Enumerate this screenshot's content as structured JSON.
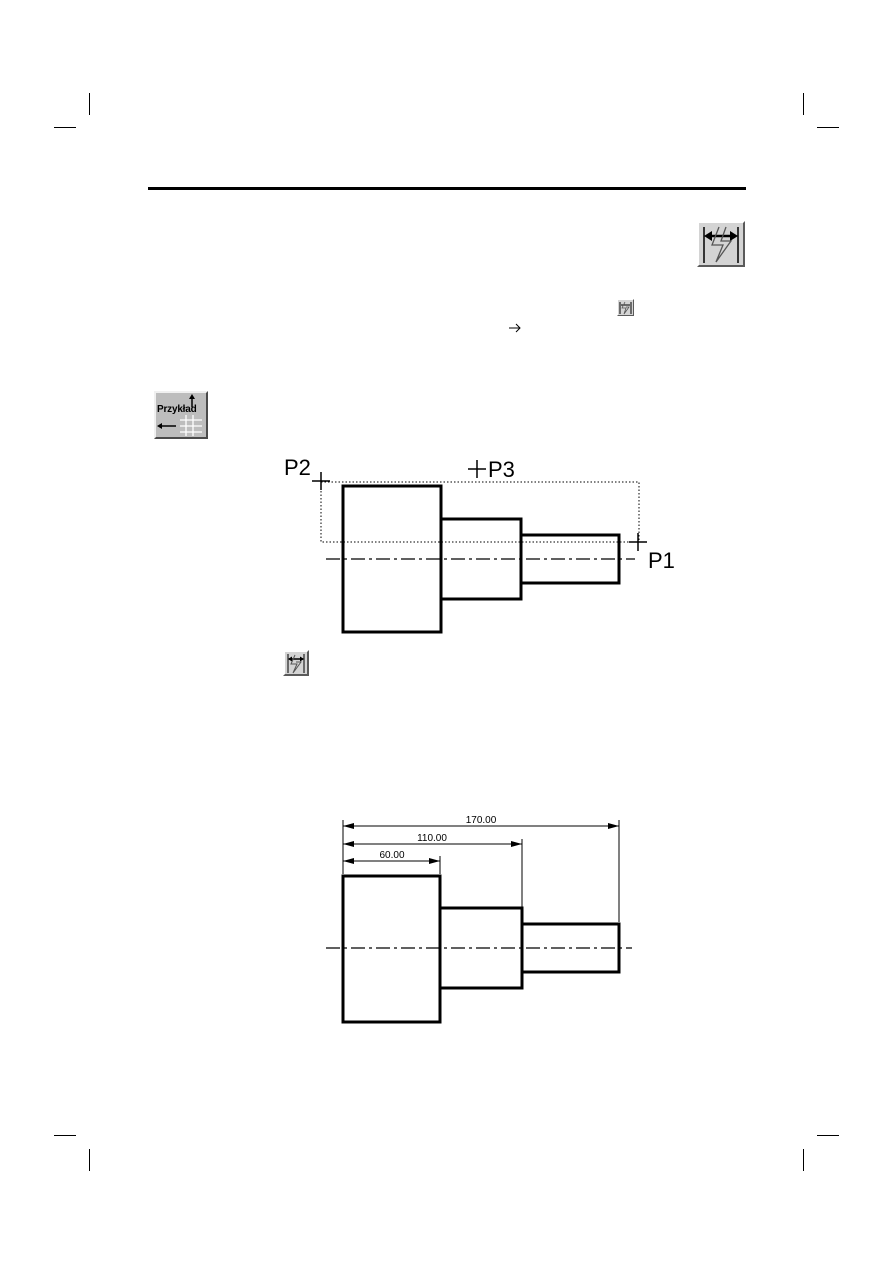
{
  "example_badge": {
    "label": "Przykład"
  },
  "figure1": {
    "labels": {
      "p1": "P1",
      "p2": "P2",
      "p3": "P3"
    }
  },
  "figure2": {
    "dimensions": {
      "d170": "170.00",
      "d110": "110.00",
      "d60": "60.00"
    }
  },
  "icons": {
    "toolbar_icon": "baseline-dimension-icon",
    "inline_icon_1": "baseline-dimension-icon",
    "inline_arrow": "right-arrow-icon",
    "inline_icon_2": "baseline-dimension-icon",
    "example_icon": "example-badge-icon"
  }
}
